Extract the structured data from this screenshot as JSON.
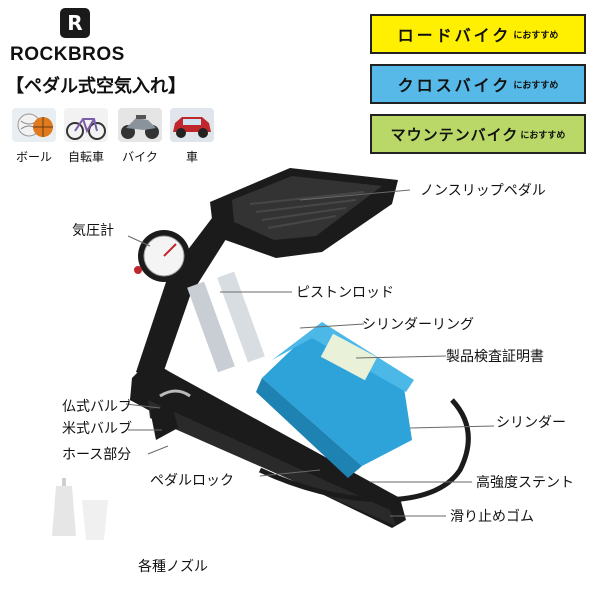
{
  "brand": {
    "name": "ROCKBROS",
    "subtitle": "【ペダル式空気入れ】"
  },
  "uses": [
    {
      "label": "ボール",
      "icon": "ball-icon"
    },
    {
      "label": "自転車",
      "icon": "bicycle-icon"
    },
    {
      "label": "バイク",
      "icon": "motorcycle-icon"
    },
    {
      "label": "車",
      "icon": "car-icon"
    }
  ],
  "recommend": [
    {
      "main": "ロードバイク",
      "suffix": "におすすめ",
      "color": "#ffef00"
    },
    {
      "main": "クロスバイク",
      "suffix": "におすすめ",
      "color": "#56b9e8"
    },
    {
      "main": "マウンテンバイク",
      "suffix": "におすすめ",
      "color": "#b9d867"
    }
  ],
  "parts": {
    "nonslip_pedal": "ノンスリップペダル",
    "gauge": "気圧計",
    "piston_rod": "ピストンロッド",
    "cylinder_ring": "シリンダーリング",
    "certificate": "製品検査証明書",
    "french_valve": "仏式バルブ",
    "us_valve": "米式バルブ",
    "cylinder": "シリンダー",
    "hose": "ホース部分",
    "pedal_lock": "ペダルロック",
    "stand": "高強度ステント",
    "non_slip_rubber": "滑り止めゴム",
    "nozzles": "各種ノズル"
  },
  "colors": {
    "pump_blue": "#2ea3d9",
    "frame_black": "#1b1b1b",
    "leader_line": "#6a6a6a"
  }
}
